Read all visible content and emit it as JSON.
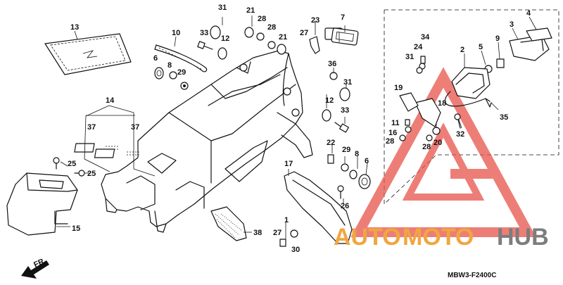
{
  "diagram": {
    "code": "MBW3-F2400C",
    "direction_label": "FR.",
    "callouts": [
      "1",
      "2",
      "3",
      "4",
      "5",
      "6",
      "6",
      "6",
      "7",
      "8",
      "8",
      "8",
      "9",
      "10",
      "11",
      "12",
      "12",
      "13",
      "14",
      "15",
      "16",
      "17",
      "18",
      "19",
      "20",
      "21",
      "21",
      "22",
      "23",
      "24",
      "25",
      "25",
      "26",
      "27",
      "27",
      "28",
      "28",
      "28",
      "28",
      "29",
      "29",
      "30",
      "31",
      "31",
      "31",
      "32",
      "33",
      "33",
      "34",
      "35",
      "36",
      "37",
      "37",
      "38"
    ]
  },
  "watermark": {
    "brand_part1": "AUTO",
    "brand_part2": "MOTO",
    "brand_part3": "HUB",
    "colors": {
      "orange": "#f0a640",
      "red": "#e8544a",
      "gray": "#7d7d7d"
    }
  }
}
